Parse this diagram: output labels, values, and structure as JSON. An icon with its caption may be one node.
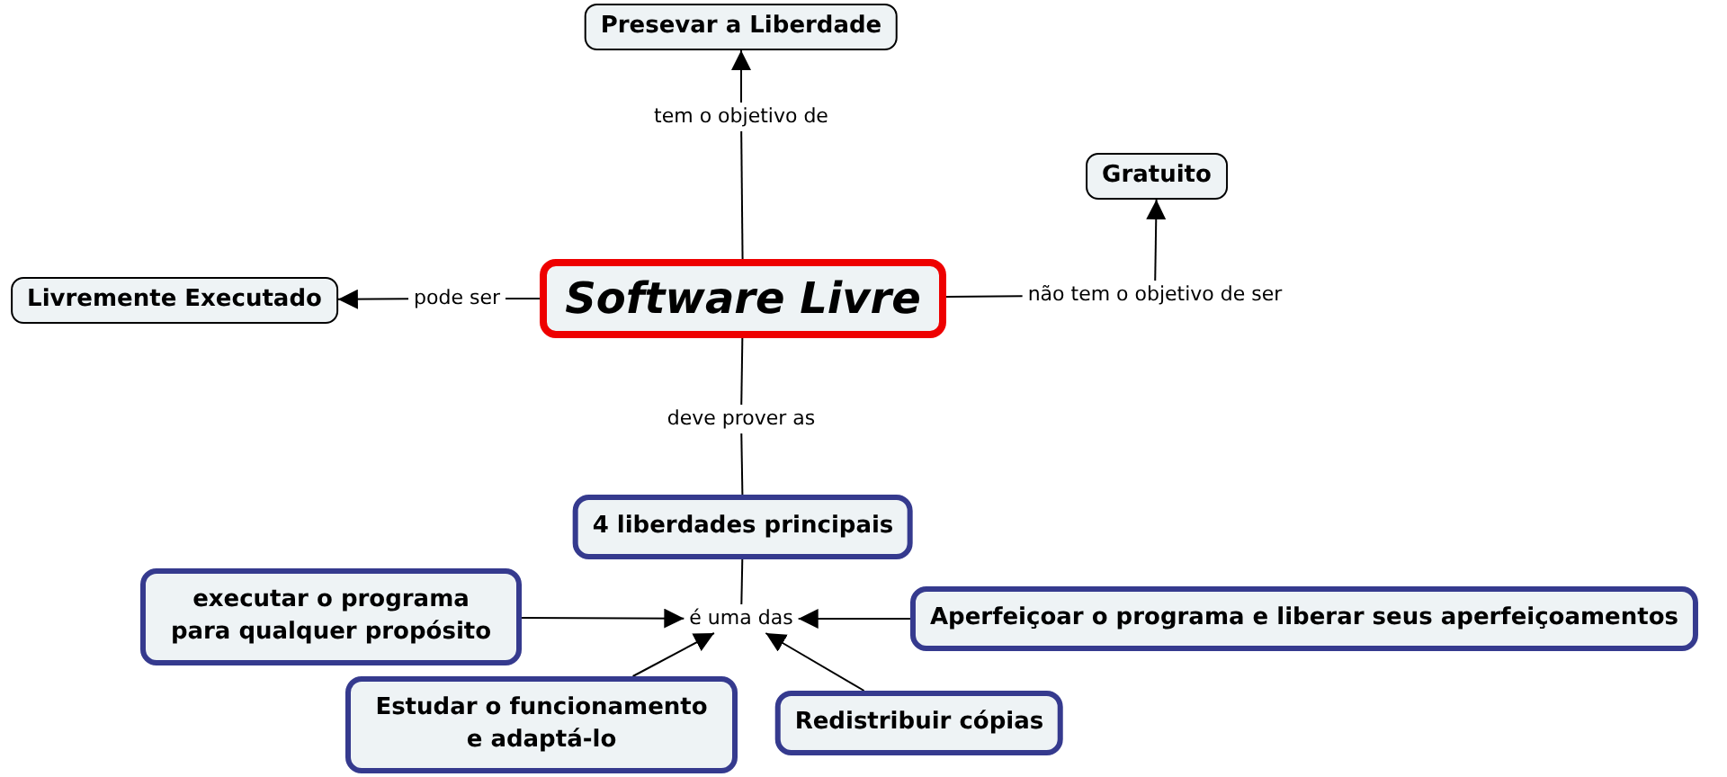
{
  "diagram": {
    "nodes": [
      {
        "text": [
          "Presevar a Liberdade"
        ]
      },
      {
        "text": [
          "tem o objetivo de"
        ]
      },
      {
        "text": [
          "Gratuito"
        ]
      },
      {
        "text": [
          "Livremente Executado"
        ]
      },
      {
        "text": [
          "pode ser"
        ]
      },
      {
        "text": [
          "Software Livre"
        ]
      },
      {
        "text": [
          "não tem o objetivo de ser"
        ]
      },
      {
        "text": [
          "deve prover as"
        ]
      },
      {
        "text": [
          "4 liberdades principais"
        ]
      },
      {
        "text": [
          "executar o programa para qualquer propósito"
        ]
      },
      {
        "text": [
          "é uma das"
        ]
      },
      {
        "text": [
          "Aperfeiçoar o programa e liberar seus aperfeiçoamentos"
        ]
      },
      {
        "text": [
          "Estudar o funcionamento e adaptá-lo"
        ]
      },
      {
        "text": [
          "Redistribuir cópias"
        ]
      }
    ],
    "edges": [
      {
        "from": 5,
        "to": 1,
        "arrow": "none"
      },
      {
        "from": 1,
        "to": 0,
        "arrow": "to"
      },
      {
        "from": 5,
        "to": 4,
        "arrow": "none"
      },
      {
        "from": 4,
        "to": 3,
        "arrow": "to"
      },
      {
        "from": 5,
        "to": 6,
        "arrow": "none"
      },
      {
        "from": 6,
        "to": 2,
        "arrow": "to"
      },
      {
        "from": 5,
        "to": 7,
        "arrow": "none"
      },
      {
        "from": 7,
        "to": 8,
        "arrow": "none"
      },
      {
        "from": 8,
        "to": 10,
        "arrow": "none"
      },
      {
        "from": 9,
        "to": 10,
        "arrow": "to"
      },
      {
        "from": 11,
        "to": 10,
        "arrow": "to"
      },
      {
        "from": 12,
        "to": 10,
        "arrow": "to"
      },
      {
        "from": 13,
        "to": 10,
        "arrow": "to"
      }
    ]
  }
}
